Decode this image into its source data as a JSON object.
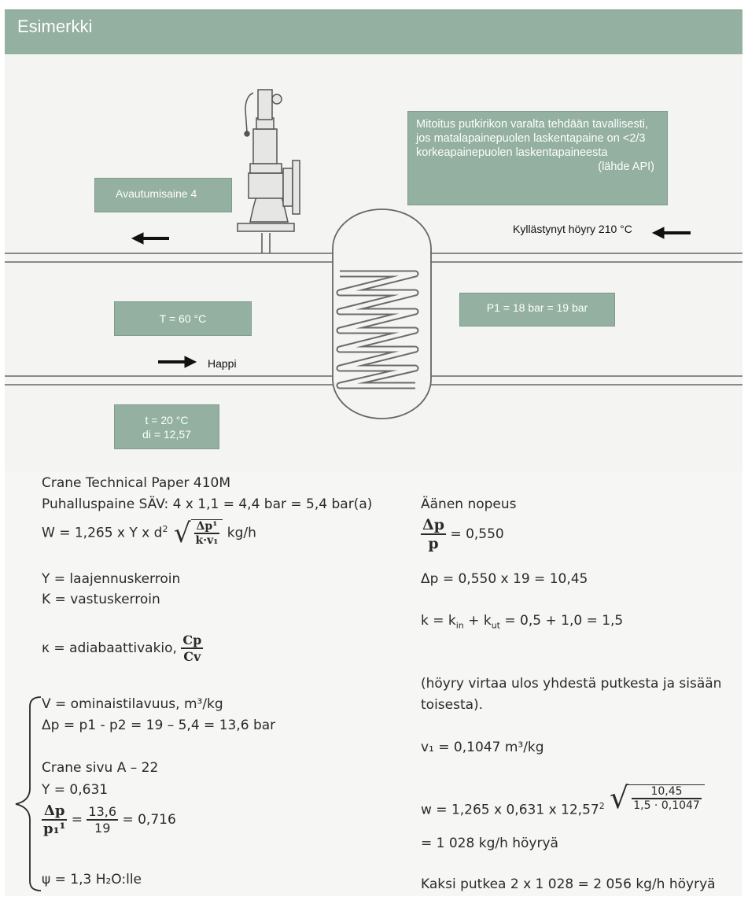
{
  "header": {
    "title": "Esimerkki"
  },
  "boxes": {
    "mitoitus": "Mitoitus putkirikon varalta tehdään tavallisesti, jos matalapainepuolen laskentapaine on <2/3 korkeapainepuolen laskentapaineesta",
    "mitoitus_source": "(lähde API)",
    "avautumis": "Avautumisaine 4",
    "temp_T": "T = 60 °C",
    "pressure": "P1 = 18 bar = 19 bar",
    "t_line1": "t = 20 °C",
    "t_line2": "di = 12,57"
  },
  "labels": {
    "steam": "Kyllästynyt höyry 210 °C",
    "oxygen": "Happi"
  },
  "left": {
    "l1": "Crane Technical Paper 410M",
    "l2": "Puhalluspaine SÄV: 4 x 1,1 = 4,4 bar = 5,4 bar(a)",
    "w_prefix": "W = 1,265 x Y x d",
    "w_exp": "2",
    "w_num": "Δp¹",
    "w_den": "k·v₁",
    "w_unit": "kg/h",
    "y_def": "Y = laajennuskerroin",
    "k_def": "K = vastuskerroin",
    "kappa_prefix": "κ = adiabaattivakio,",
    "kappa_num": "Cp",
    "kappa_den": "Cv",
    "v_def": "V = ominaistilavuus, m³/kg",
    "dp": "Δp = p1 - p2 = 19 – 5,4 = 13,6 bar",
    "crane": "Crane sivu A – 22",
    "y_val": "Y = 0,631",
    "ratio_num": "Δp",
    "ratio_den": "p₁¹",
    "ratio_eq": "=",
    "ratio_num2": "13,6",
    "ratio_den2": "19",
    "ratio_res": "= 0,716",
    "psi": "ψ = 1,3 H₂O:lle"
  },
  "right": {
    "sound": "Äänen nopeus",
    "sr_num": "Δp",
    "sr_den": "p",
    "sr_res": "= 0,550",
    "dp2": "Δp = 0,550 x 19 = 10,45",
    "k_prefix": "k = k",
    "k_in": "in",
    "k_mid": " + k",
    "k_ut": "ut",
    "k_suffix": " = 0,5 + 1,0 = 1,5",
    "flow1": "(höyry virtaa ulos yhdestä putkesta ja sisään",
    "flow2": "toisesta).",
    "v1": "v₁ = 0,1047 m³/kg",
    "w_prefix": "w = 1,265 x 0,631 x 12,57",
    "w_exp": "2",
    "w_num": "10,45",
    "w_den": "1,5 · 0,1047",
    "w_res": "= 1 028 kg/h höyryä",
    "total": "Kaksi putkea 2 x 1 028 = 2 056 kg/h höyryä"
  },
  "colors": {
    "header": "#93b0a0",
    "box": "#93b0a0",
    "background": "#f4f4f2"
  }
}
